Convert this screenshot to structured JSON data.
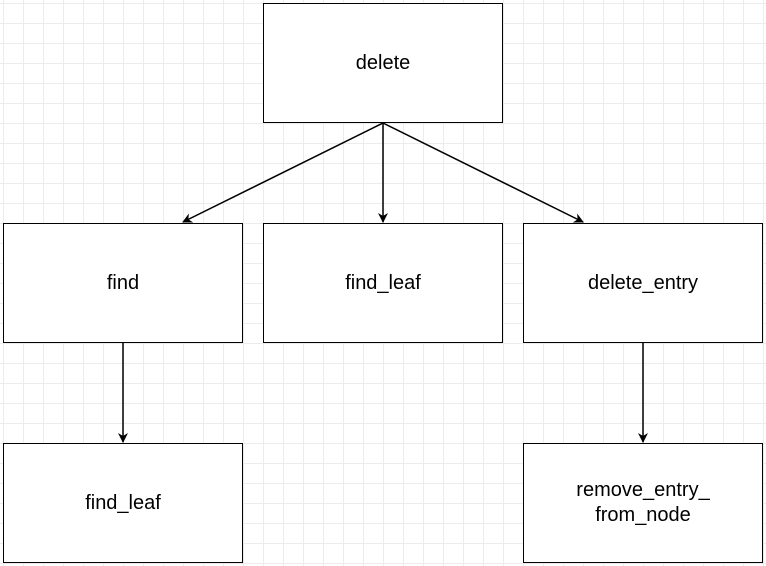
{
  "nodes": {
    "delete": "delete",
    "find": "find",
    "find_leaf_middle": "find_leaf",
    "delete_entry": "delete_entry",
    "find_leaf_bottom": "find_leaf",
    "remove_entry_line1": "remove_entry_",
    "remove_entry_line2": "from_node"
  },
  "edges": [
    {
      "from": "delete",
      "to": "find"
    },
    {
      "from": "delete",
      "to": "find_leaf_middle"
    },
    {
      "from": "delete",
      "to": "delete_entry"
    },
    {
      "from": "find",
      "to": "find_leaf_bottom"
    },
    {
      "from": "delete_entry",
      "to": "remove_entry_from_node"
    }
  ],
  "colors": {
    "stroke": "#000000",
    "grid": "#ececec",
    "background": "#ffffff"
  }
}
